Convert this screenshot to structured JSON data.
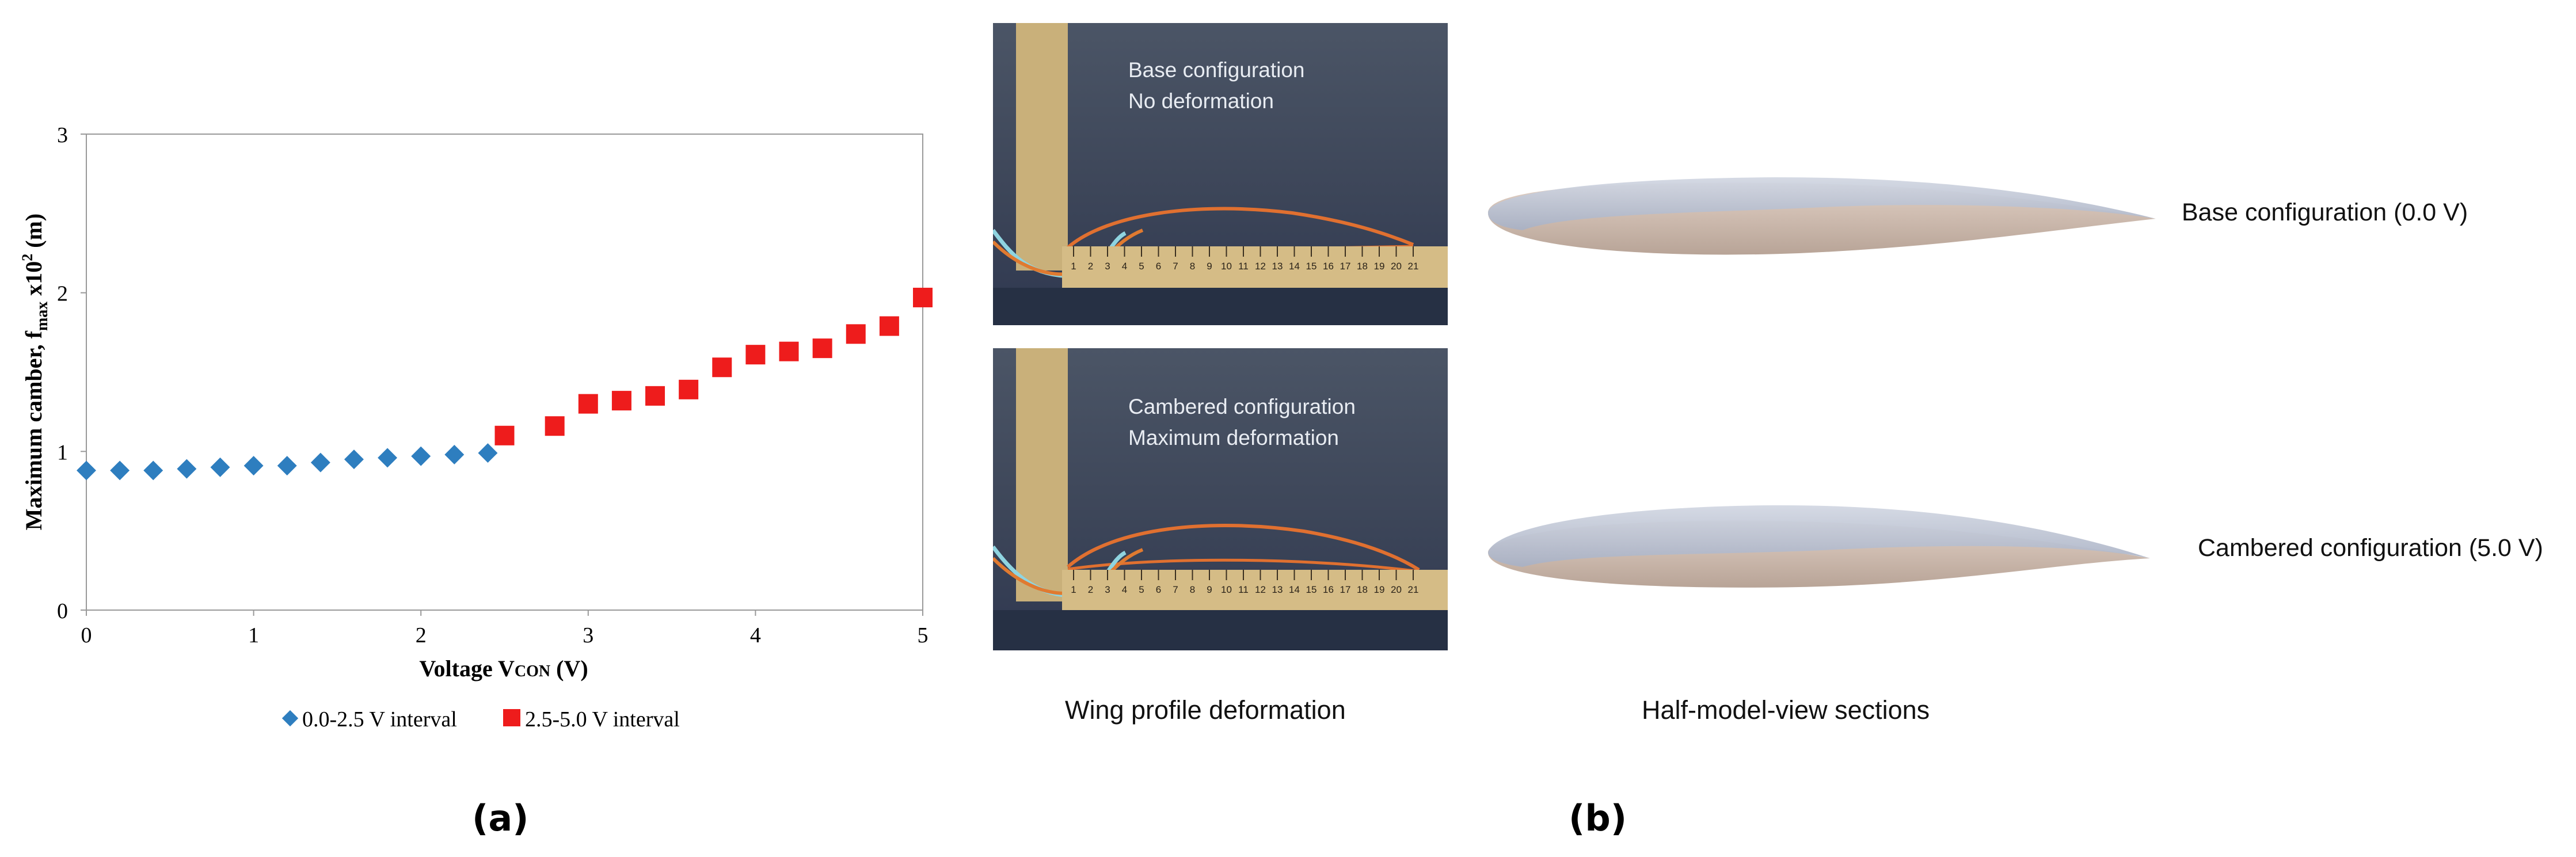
{
  "panel_a_label": "(a)",
  "panel_b_label": "(b)",
  "chart_data": {
    "type": "scatter",
    "xlabel_main": "Voltage V",
    "xlabel_sub": "CON",
    "xlabel_unit": " (V)",
    "ylabel_text": "Maximum camber, f",
    "ylabel_sub": "max",
    "ylabel_mid": " x10",
    "ylabel_sup": "2",
    "ylabel_unit": " (m)",
    "xlim": [
      0,
      5
    ],
    "ylim": [
      0,
      3
    ],
    "xticks": [
      "0",
      "1",
      "2",
      "3",
      "4",
      "5"
    ],
    "yticks": [
      "0",
      "1",
      "2",
      "3"
    ],
    "grid": false,
    "legend_position": "bottom",
    "series": [
      {
        "name": "0.0-2.5 V interval",
        "marker": "diamond",
        "color": "#2e7ebf",
        "x": [
          0,
          0.2,
          0.4,
          0.6,
          0.8,
          1.0,
          1.2,
          1.4,
          1.6,
          1.8,
          2.0,
          2.2,
          2.4
        ],
        "y": [
          0.88,
          0.88,
          0.88,
          0.89,
          0.9,
          0.91,
          0.91,
          0.93,
          0.95,
          0.96,
          0.97,
          0.98,
          0.99
        ]
      },
      {
        "name": "2.5-5.0 V interval",
        "marker": "square",
        "color": "#ee1c1c",
        "x": [
          2.5,
          2.8,
          3.0,
          3.2,
          3.4,
          3.6,
          3.8,
          4.0,
          4.2,
          4.4,
          4.6,
          4.8,
          5.0
        ],
        "y": [
          1.1,
          1.16,
          1.3,
          1.32,
          1.35,
          1.39,
          1.53,
          1.61,
          1.63,
          1.65,
          1.74,
          1.79,
          1.97
        ]
      }
    ]
  },
  "photos": {
    "top": {
      "line1": "Base configuration",
      "line2": "No deformation"
    },
    "bottom": {
      "line1": "Cambered configuration",
      "line2": "Maximum deformation"
    },
    "ruler_digits": [
      "1",
      "2",
      "3",
      "4",
      "5",
      "6",
      "7",
      "8",
      "9",
      "10",
      "11",
      "12",
      "13",
      "14",
      "15",
      "16",
      "17",
      "18",
      "19",
      "20",
      "21"
    ]
  },
  "captions": {
    "photos": "Wing profile deformation",
    "models": "Half-model-view sections"
  },
  "models": {
    "top_label": "Base configuration (0.0 V)",
    "bottom_label": "Cambered configuration (5.0 V)"
  },
  "colors": {
    "wing_top_surface": "#c7ccd8",
    "wing_bottom_surface": "#d8c6bc",
    "photo_background": "#3f4a5e",
    "ruler": "#c9b07a"
  }
}
